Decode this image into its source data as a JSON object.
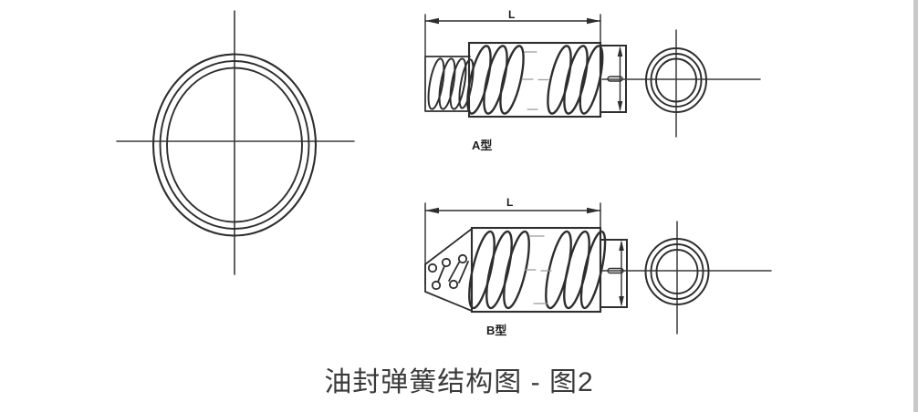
{
  "caption": {
    "text": "油封弹簧结构图 - 图2"
  },
  "figure": {
    "type_a_label": "A型",
    "type_b_label": "B型",
    "dim_a_label": "L",
    "dim_b_label": "L"
  },
  "colors": {
    "ink": "#2e2e2e",
    "thin_line": "#3a3a3a",
    "faint_mark": "#9a9a9a",
    "background": "#ffffff",
    "right_edge_band": "#c9c9c9"
  }
}
